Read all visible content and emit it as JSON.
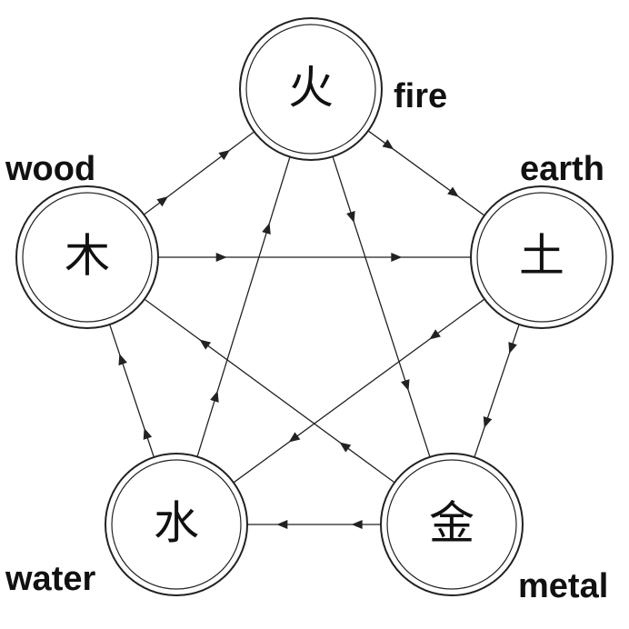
{
  "elements": {
    "fire": {
      "glyph": "火",
      "label": "fire"
    },
    "earth": {
      "glyph": "土",
      "label": "earth"
    },
    "metal": {
      "glyph": "金",
      "label": "metal"
    },
    "water": {
      "glyph": "水",
      "label": "water"
    },
    "wood": {
      "glyph": "木",
      "label": "wood"
    }
  },
  "generating_cycle": [
    [
      "wood",
      "fire"
    ],
    [
      "fire",
      "earth"
    ],
    [
      "earth",
      "metal"
    ],
    [
      "metal",
      "water"
    ],
    [
      "water",
      "wood"
    ]
  ],
  "overcoming_cycle": [
    [
      "wood",
      "earth"
    ],
    [
      "earth",
      "water"
    ],
    [
      "water",
      "fire"
    ],
    [
      "fire",
      "metal"
    ],
    [
      "metal",
      "wood"
    ]
  ],
  "colors": {
    "stroke": "#222222",
    "text": "#111111",
    "background": "#ffffff"
  }
}
